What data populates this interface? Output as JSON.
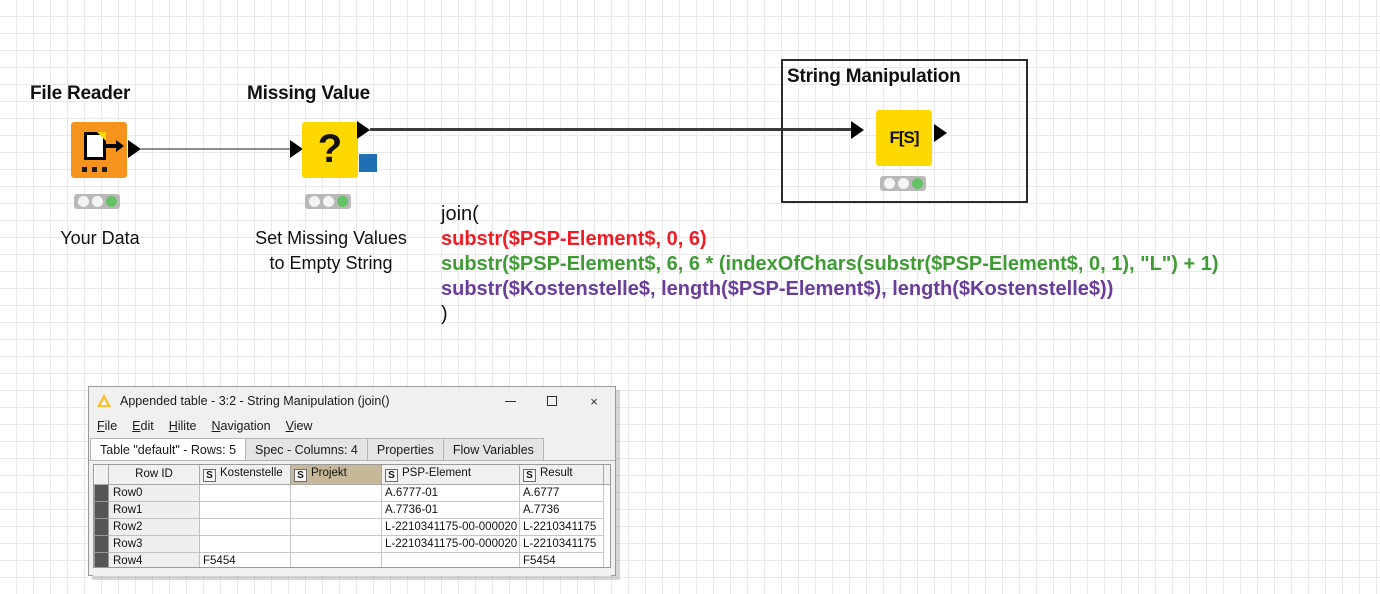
{
  "canvas": {
    "nodes": [
      {
        "id": "file-reader",
        "title": "File Reader",
        "sublabel": "Your Data",
        "icon": "file-reader-icon",
        "color": "#f7941e",
        "status": [
          "idle",
          "idle",
          "executed"
        ]
      },
      {
        "id": "missing-value",
        "title": "Missing Value",
        "sublabel": "Set Missing Values\nto Empty String",
        "icon": "question-mark-icon",
        "color": "#ffd800",
        "status": [
          "idle",
          "idle",
          "executed"
        ]
      },
      {
        "id": "string-manipulation",
        "title": "String Manipulation",
        "sublabel": "",
        "icon": "fs-function-icon",
        "color": "#ffd800",
        "status": [
          "idle",
          "idle",
          "executed"
        ]
      }
    ],
    "annotation": {
      "lines": [
        {
          "text": "join(",
          "color": "#111111",
          "bold": false
        },
        {
          "text": "substr($PSP-Element$, 0, 6)",
          "color": "#ee1c25",
          "bold": true
        },
        {
          "text": "substr($PSP-Element$, 6, 6 * (indexOfChars(substr($PSP-Element$, 0, 1), \"L\") + 1)",
          "color": "#3f9c35",
          "bold": true
        },
        {
          "text": "substr($Kostenstelle$, length($PSP-Element$), length($Kostenstelle$))",
          "color": "#6a3d9a",
          "bold": true
        },
        {
          "text": ")",
          "color": "#111111",
          "bold": false
        }
      ]
    }
  },
  "window": {
    "title": "Appended table - 3:2 - String Manipulation (join()",
    "icon": "knime-warning-triangle-icon",
    "controls": {
      "minimize": "minimize-button",
      "maximize": "maximize-button",
      "close": "×"
    },
    "menu": [
      {
        "label": "File",
        "mnemonic": "F"
      },
      {
        "label": "Edit",
        "mnemonic": "E"
      },
      {
        "label": "Hilite",
        "mnemonic": "H"
      },
      {
        "label": "Navigation",
        "mnemonic": "N"
      },
      {
        "label": "View",
        "mnemonic": "V"
      }
    ],
    "tabs": [
      {
        "label": "Table \"default\" - Rows: 5",
        "active": true
      },
      {
        "label": "Spec - Columns: 4",
        "active": false
      },
      {
        "label": "Properties",
        "active": false
      },
      {
        "label": "Flow Variables",
        "active": false
      }
    ],
    "table": {
      "columns": [
        {
          "label": "Row ID",
          "type": "",
          "selected": false
        },
        {
          "label": "Kostenstelle",
          "type": "S",
          "selected": false
        },
        {
          "label": "Projekt",
          "type": "S",
          "selected": true
        },
        {
          "label": "PSP-Element",
          "type": "S",
          "selected": false
        },
        {
          "label": "Result",
          "type": "S",
          "selected": false
        }
      ],
      "rows": [
        {
          "rowid": "Row0",
          "cells": [
            "",
            "",
            "A.6777-01",
            "A.6777"
          ]
        },
        {
          "rowid": "Row1",
          "cells": [
            "",
            "",
            "A.7736-01",
            "A.7736"
          ]
        },
        {
          "rowid": "Row2",
          "cells": [
            "",
            "",
            "L-2210341175-00-000020",
            "L-2210341175"
          ]
        },
        {
          "rowid": "Row3",
          "cells": [
            "",
            "",
            "L-2210341175-00-000020",
            "L-2210341175"
          ]
        },
        {
          "rowid": "Row4",
          "cells": [
            "F5454",
            "",
            "",
            "F5454"
          ]
        }
      ]
    }
  }
}
